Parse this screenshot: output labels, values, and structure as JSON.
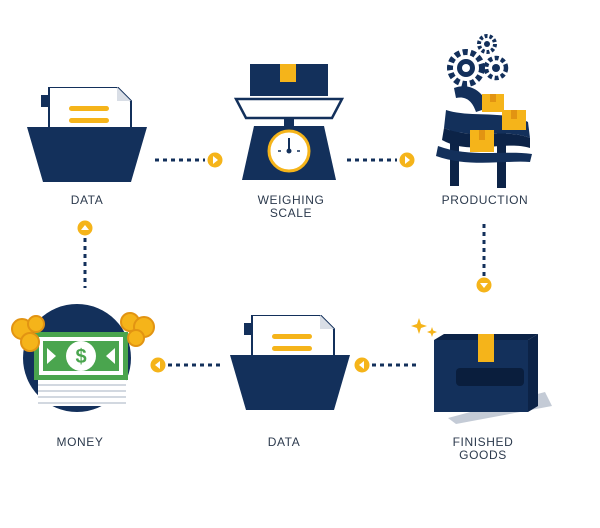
{
  "colors": {
    "navy": "#13305b",
    "navy_dark": "#0c2347",
    "accent": "#f5b41a",
    "accent_dark": "#e29412",
    "money_green": "#4aa54e",
    "gray_line": "#c4cbd6",
    "label_text": "#2c3a4d"
  },
  "steps": [
    {
      "id": "data-top",
      "label_lines": [
        "DATA"
      ],
      "icon": "folder-document-icon"
    },
    {
      "id": "weighing-scale",
      "label_lines": [
        "WEIGHING",
        "SCALE"
      ],
      "icon": "weighing-scale-icon"
    },
    {
      "id": "production",
      "label_lines": [
        "PRODUCTION"
      ],
      "icon": "conveyor-gears-icon"
    },
    {
      "id": "finished-goods",
      "label_lines": [
        "FINISHED",
        "GOODS"
      ],
      "icon": "box-sparkle-icon"
    },
    {
      "id": "data-bottom",
      "label_lines": [
        "DATA"
      ],
      "icon": "folder-document-icon"
    },
    {
      "id": "money",
      "label_lines": [
        "MONEY"
      ],
      "icon": "money-coins-icon"
    }
  ],
  "money_symbol": "$",
  "connectors": [
    {
      "from": "data-top",
      "to": "weighing-scale",
      "direction": "right"
    },
    {
      "from": "weighing-scale",
      "to": "production",
      "direction": "right"
    },
    {
      "from": "production",
      "to": "finished-goods",
      "direction": "down"
    },
    {
      "from": "finished-goods",
      "to": "data-bottom",
      "direction": "left"
    },
    {
      "from": "data-bottom",
      "to": "money",
      "direction": "left"
    },
    {
      "from": "money",
      "to": "data-top",
      "direction": "up"
    }
  ]
}
